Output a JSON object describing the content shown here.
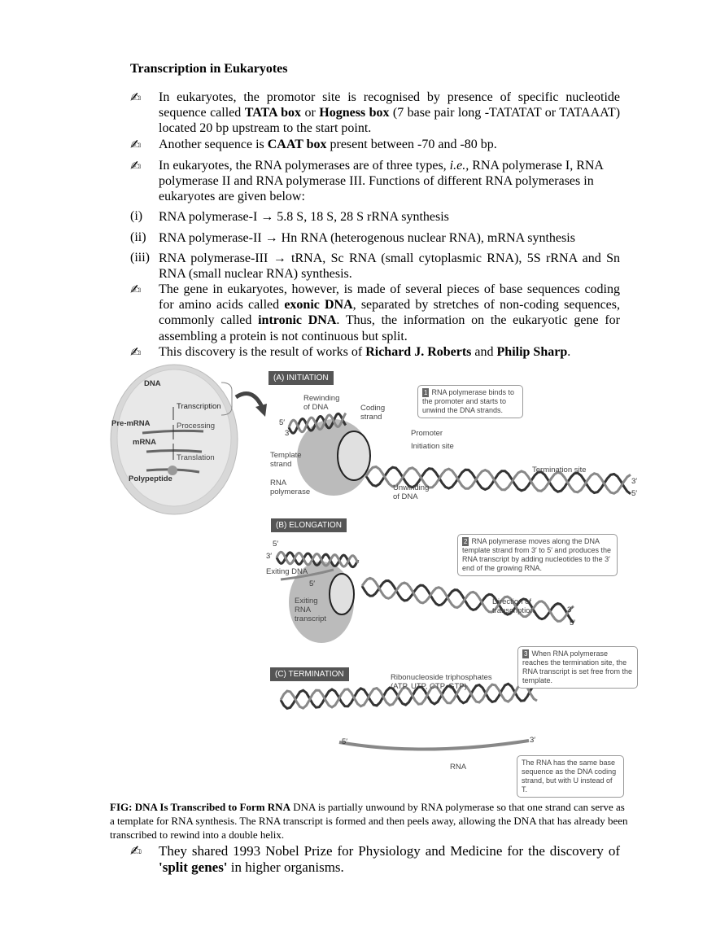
{
  "title": "Transcription in Eukaryotes",
  "bullet_icon": "writing-hand-icon",
  "p1": {
    "a": "In eukaryotes, the promotor site is recognised by presence of specific nucleotide sequence called ",
    "b": "TATA box",
    "c": " or ",
    "d": "Hogness box",
    "e": " (7 base pair long -TATATAT or TATAAAT) located 20 bp upstream to the start point."
  },
  "p2": {
    "a": "Another sequence is ",
    "b": "CAAT box",
    "c": " present between -70 and -80 bp."
  },
  "p3": {
    "a": "In eukaryotes, the RNA polymerases are of three types, ",
    "b": "i.e.,",
    "c": " RNA polymerase I, RNA polymerase II and RNA polymerase III. Functions of different RNA polymerases in eukaryotes are given below:"
  },
  "list": [
    {
      "num": "(i)",
      "text": "RNA polymerase-I →  5.8 S, 18 S, 28 S rRNA synthesis"
    },
    {
      "num": "(ii)",
      "text": "RNA polymerase-II →  Hn RNA (heterogenous nuclear RNA), mRNA synthesis"
    },
    {
      "num": "(iii)",
      "text": "RNA polymerase-III →  tRNA, Sc RNA (small cytoplasmic RNA), 5S rRNA and Sn RNA (small nuclear RNA) synthesis."
    }
  ],
  "p4": {
    "a": "The gene in eukaryotes, however, is made of several pieces of base sequences coding for amino acids called ",
    "b": "exonic DNA",
    "c": ", separated by stretches of non-coding sequences, commonly called ",
    "d": "intronic DNA",
    "e": ". Thus, the information on the eukaryotic gene for assembling a protein is not continuous but split."
  },
  "p5": {
    "a": "This discovery is the result of works of ",
    "b": "Richard J. Roberts",
    "c": " and ",
    "d": "Philip Sharp",
    "e": "."
  },
  "figure": {
    "cell": {
      "dna": "DNA",
      "transcription": "Transcription",
      "pre_mrna": "Pre-mRNA",
      "processing": "Processing",
      "mrna": "mRNA",
      "translation": "Translation",
      "polypeptide": "Polypeptide"
    },
    "initiation": {
      "header": "(A)  INITIATION",
      "step": "1",
      "callout": "RNA polymerase binds to the promoter and starts to unwind the DNA strands.",
      "rewinding": "Rewinding of DNA",
      "coding": "Coding strand",
      "promoter": "Promoter",
      "initiation_site": "Initiation site",
      "template": "Template strand",
      "polymerase": "RNA polymerase",
      "unwinding": "Unwinding of DNA",
      "termination_site": "Termination site",
      "p5": "5′",
      "p3": "3′",
      "e3": "3′",
      "e5": "5′"
    },
    "elongation": {
      "header": "(B)  ELONGATION",
      "step": "2",
      "callout": "RNA polymerase moves along the DNA template strand from 3′ to 5′ and produces the RNA transcript by adding nucleotides to the 3′ end of the growing RNA.",
      "exiting_dna": "Exiting DNA",
      "exiting_rna": "Exiting RNA transcript",
      "direction": "Direction of transcription",
      "ntps": "Ribonucleoside triphosphates (ATP, UTP, CTP, GTP)",
      "p5": "5′",
      "p3": "3′",
      "r5": "5′",
      "e3": "3′",
      "e5": "5′"
    },
    "termination": {
      "header": "(C)  TERMINATION",
      "step": "3",
      "callout": "When RNA polymerase reaches the termination site, the RNA transcript is set free from the template.",
      "rna": "RNA",
      "r5": "5′",
      "r3": "3′",
      "callout2": "The RNA has the same base sequence as the DNA coding strand, but with U instead of T."
    }
  },
  "caption": {
    "bold": "FIG: DNA Is Transcribed to Form RNA",
    "text": " DNA is partially unwound by RNA polymerase so that one strand can serve as a template for RNA synthesis. The RNA transcript is formed and then peels away, allowing the DNA that has already been transcribed to rewind into a double helix."
  },
  "p6": {
    "a": "They shared 1993 Nobel Prize for Physiology and Medicine for the discovery of ",
    "b": "'split genes'",
    "c": " in higher organisms."
  }
}
